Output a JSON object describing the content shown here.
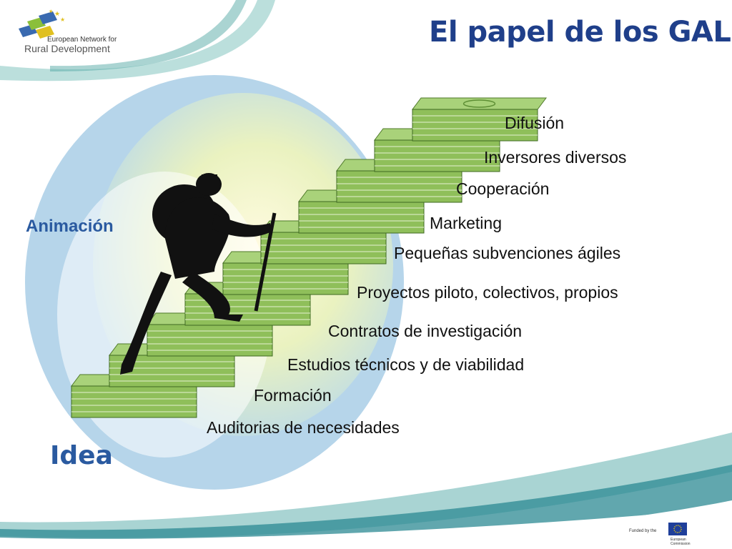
{
  "slide": {
    "title": "El papel de los GAL",
    "left_label": "Animación",
    "bottom_label": "Idea"
  },
  "logo": {
    "line1": "European Network for",
    "line2": "Rural Development"
  },
  "steps": [
    {
      "label": "Difusión"
    },
    {
      "label": "Inversores diversos"
    },
    {
      "label": "Cooperación"
    },
    {
      "label": "Marketing"
    },
    {
      "label": "Pequeñas subvenciones ágiles"
    },
    {
      "label": "Proyectos piloto, colectivos, propios"
    },
    {
      "label": "Contratos de investigación"
    },
    {
      "label": "Estudios técnicos y de viabilidad"
    },
    {
      "label": "Formación"
    },
    {
      "label": "Auditorias de necesidades"
    }
  ],
  "footer": {
    "funded_by": "Funded by the",
    "ec_line1": "European",
    "ec_line2": "Commission"
  },
  "colors": {
    "title": "#1f3f8a",
    "accent_blue": "#2a5aa0",
    "teal": "#2f9aa0",
    "money_green": "#8fbf5a"
  }
}
